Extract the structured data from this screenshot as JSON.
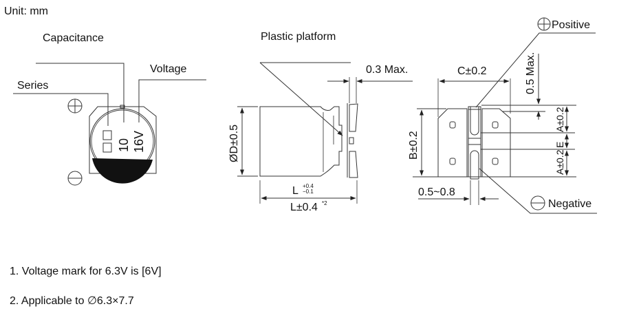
{
  "unit_label": "Unit: mm",
  "top_view": {
    "capacitance_label": "Capacitance",
    "voltage_label": "Voltage",
    "series_label": "Series",
    "marking_capacitance": "10",
    "marking_voltage": "16V",
    "positive_symbol": "⊕",
    "negative_symbol": "⊖"
  },
  "side_view": {
    "plastic_platform_label": "Plastic platform",
    "gap_label": "0.3 Max.",
    "diameter_label": "ØD±0.5",
    "length_label": "L",
    "length_tol_plus": "+0.4",
    "length_tol_minus": "−0.1",
    "length_alt_label": "L±0.4",
    "length_alt_note": "*2"
  },
  "bottom_view": {
    "positive_label": "Positive",
    "negative_label": "Negative",
    "c_label": "C±0.2",
    "max_label": "0.5 Max.",
    "b_label": "B±0.2",
    "a_label_top": "A±0.2",
    "e_label": "E",
    "a_label_bottom": "A±0.2",
    "terminal_width_label": "0.5~0.8"
  },
  "notes": [
    "1. Voltage mark for 6.3V is [6V]",
    "2. Applicable to ∅6.3×7.7"
  ]
}
